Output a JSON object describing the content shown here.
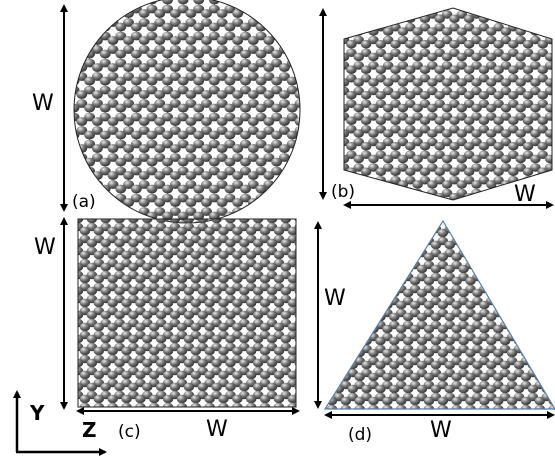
{
  "panels": {
    "a": {
      "label": "(a)",
      "width_label": "W"
    },
    "b": {
      "label": "(b)",
      "width_label": "W"
    },
    "c": {
      "label": "(c)",
      "width_label_side": "W",
      "width_label_bottom": "W"
    },
    "d": {
      "label": "(d)",
      "width_label_side": "W",
      "width_label_bottom": "W"
    }
  },
  "axes": {
    "y_label": "Y",
    "z_label": "Z"
  },
  "colors": {
    "atom": "#555555",
    "bond": "#5a4fd0",
    "outline": "#222222",
    "triangle": "#5a7fa0",
    "arrow": "#000000"
  }
}
